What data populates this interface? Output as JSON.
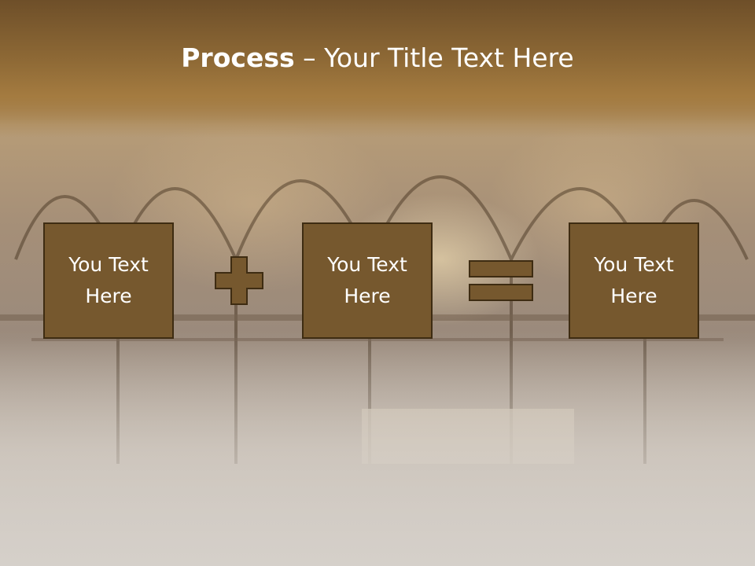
{
  "slide": {
    "title_bold": "Process",
    "title_rest": " – Your Title Text Here"
  },
  "process": {
    "boxes": [
      {
        "text": "You Text Here"
      },
      {
        "text": "You Text Here"
      },
      {
        "text": "You Text Here"
      }
    ],
    "operators": [
      "plus-icon",
      "equals-icon"
    ]
  },
  "colors": {
    "box_fill": "#76582e",
    "box_border": "#3e2c12",
    "header": "#8f6a36",
    "title_text": "#ffffff"
  }
}
